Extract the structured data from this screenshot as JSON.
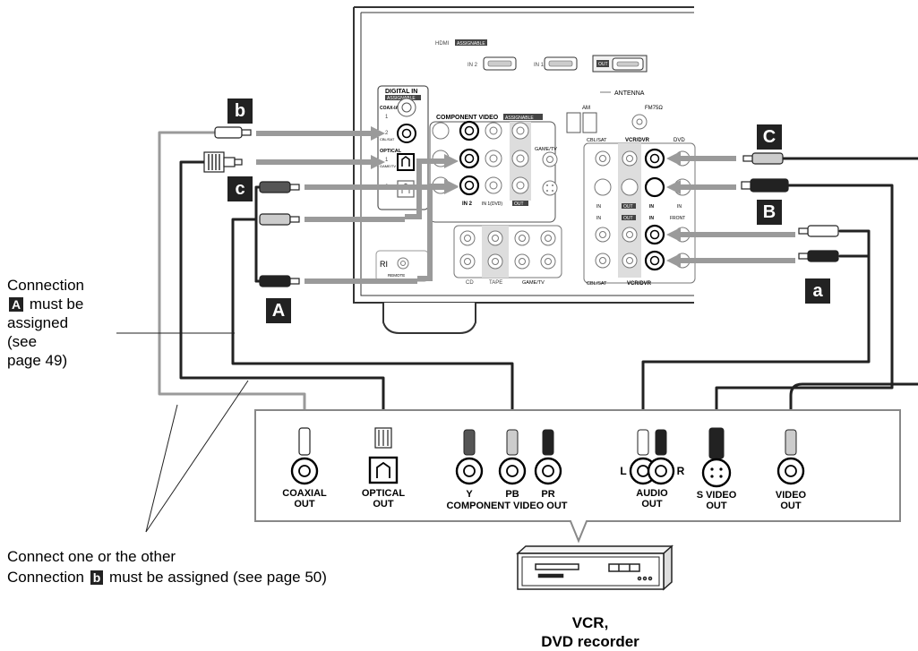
{
  "receiver": {
    "hdmi_label": "HDMI",
    "hdmi_assign": "ASSIGNABLE",
    "hdmi_in2": "IN 2",
    "hdmi_in1": "IN 1",
    "hdmi_out": "OUT",
    "digital_in": "DIGITAL IN",
    "digital_assign": "ASSIGNABLE",
    "coaxial": "COAX-IAL",
    "coax_1": "1",
    "coax_2": "2",
    "coax_2_sub": "CBL/SAT",
    "optical": "OPTICAL",
    "opt_1": "1",
    "opt_1_sub": "GAME/TV",
    "opt_2": "2",
    "component_video": "COMPONENT VIDEO",
    "component_assign": "ASSIGNABLE",
    "component_in2": "IN 2",
    "component_in1": "IN 1(DVD)",
    "component_out": "OUT",
    "game_tv": "GAME/TV",
    "antenna": "ANTENNA",
    "am": "AM",
    "fm": "FM75Ω",
    "cbl_sat": "CBL/SAT",
    "vcr_dvr": "VCR/DVR",
    "dvd": "DVD",
    "in_lbl": "IN",
    "out_lbl": "OUT",
    "front_lbl": "FRONT",
    "cd": "CD",
    "tape": "TAPE",
    "game_tv2": "GAME/TV",
    "cbl_sat2": "CBL/SAT",
    "vcr_dvr2": "VCR/DVR",
    "remote": "REMOTE",
    "ri": "RI"
  },
  "badges": {
    "a_upper": "A",
    "b_upper": "B",
    "c_upper": "C",
    "a_lower": "a",
    "b_lower": "b",
    "c_lower": "c"
  },
  "notes": {
    "conn_a_1": "Connection",
    "conn_a_badge": "A",
    "conn_a_2": "must be",
    "conn_a_3": "assigned",
    "conn_a_4": "(see",
    "conn_a_5": "page 49)",
    "connect_one": "Connect one or the other",
    "conn_b_pre": "Connection",
    "conn_b_badge": "b",
    "conn_b_post": "must be assigned (see page 50)"
  },
  "device": {
    "coaxial_out_1": "COAXIAL",
    "coaxial_out_2": "OUT",
    "optical_out_1": "OPTICAL",
    "optical_out_2": "OUT",
    "y": "Y",
    "pb": "PB",
    "pr": "PR",
    "component_video_out": "COMPONENT VIDEO OUT",
    "l": "L",
    "r": "R",
    "audio_1": "AUDIO",
    "audio_2": "OUT",
    "svideo_1": "S VIDEO",
    "svideo_2": "OUT",
    "video_1": "VIDEO",
    "video_2": "OUT",
    "name_1": "VCR,",
    "name_2": "DVD recorder"
  },
  "colors": {
    "cable_dark": "#222222",
    "cable_gray": "#9a9a9a",
    "panel_stroke": "#333333",
    "badge_bg": "#222222"
  }
}
